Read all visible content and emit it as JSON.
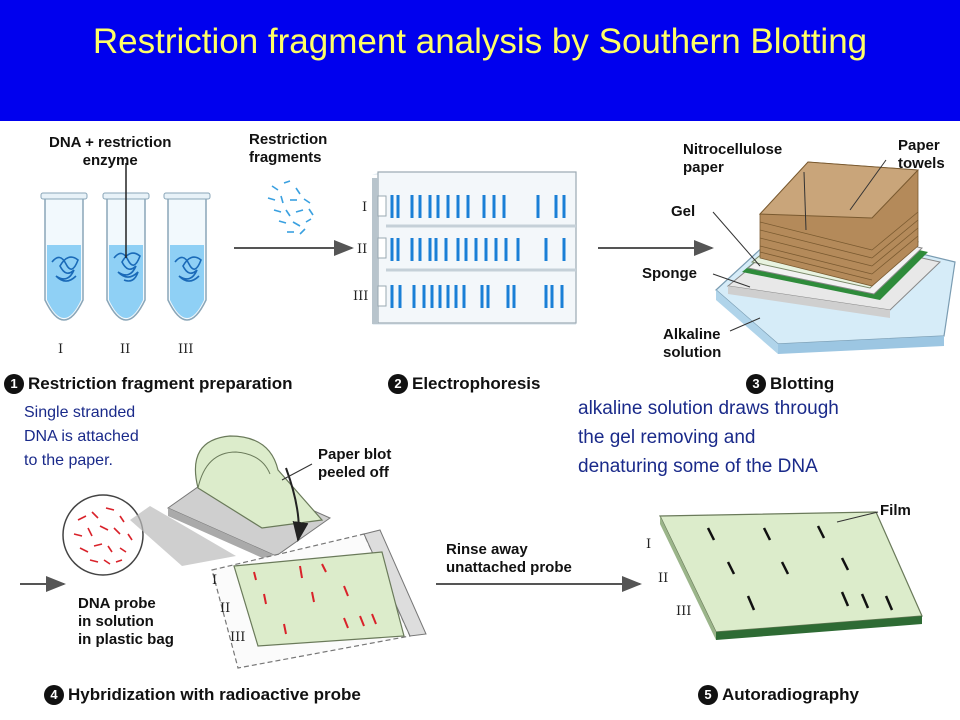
{
  "title": "Restriction fragment analysis by Southern Blotting",
  "labels": {
    "dna_enzyme": [
      "DNA + restriction",
      "enzyme"
    ],
    "restriction_fragments": [
      "Restriction",
      "fragments"
    ],
    "nitrocellulose": [
      "Nitrocellulose",
      "paper"
    ],
    "paper_towels": [
      "Paper",
      "towels"
    ],
    "gel": "Gel",
    "sponge": "Sponge",
    "alkaline": [
      "Alkaline",
      "solution"
    ],
    "paper_blot": [
      "Paper blot",
      "peeled off"
    ],
    "rinse": [
      "Rinse away",
      "unattached probe"
    ],
    "dna_probe": [
      "DNA probe",
      "in solution",
      "in plastic bag"
    ],
    "film": "Film"
  },
  "lanes": [
    "I",
    "II",
    "III"
  ],
  "steps": [
    {
      "num": "1",
      "title": "Restriction fragment preparation"
    },
    {
      "num": "2",
      "title": "Electrophoresis"
    },
    {
      "num": "3",
      "title": "Blotting"
    },
    {
      "num": "4",
      "title": "Hybridization with radioactive probe"
    },
    {
      "num": "5",
      "title": "Autoradiography"
    }
  ],
  "notes": {
    "single_strand": [
      "Single stranded",
      "DNA is attached",
      "to the paper."
    ],
    "alkaline_note": [
      "alkaline solution draws through",
      "the gel removing and",
      "denaturing some of the DNA"
    ]
  },
  "colors": {
    "banner": "#0000ee",
    "title": "#ffff66",
    "dna_blue": "#1a7fd6",
    "probe_red": "#d9222a",
    "note_text": "#1a2a8a"
  }
}
